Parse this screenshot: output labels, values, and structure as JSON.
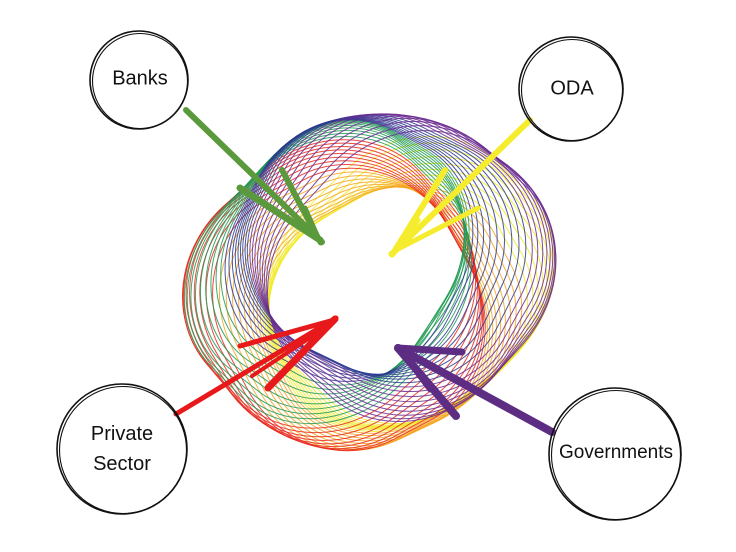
{
  "diagram": {
    "nodes": [
      {
        "id": "banks",
        "label": "Banks",
        "color": "#5b9a3c"
      },
      {
        "id": "oda",
        "label": "ODA",
        "color": "#f5ec2e"
      },
      {
        "id": "private",
        "label_line1": "Private",
        "label_line2": "Sector",
        "color": "#e8191b"
      },
      {
        "id": "governments",
        "label": "Governments",
        "color": "#5c2d82"
      }
    ],
    "spirograph_colors": [
      "#f2ea2a",
      "#f5a623",
      "#e8291c",
      "#1e9a54",
      "#2c3a8f",
      "#6a2c91"
    ]
  }
}
